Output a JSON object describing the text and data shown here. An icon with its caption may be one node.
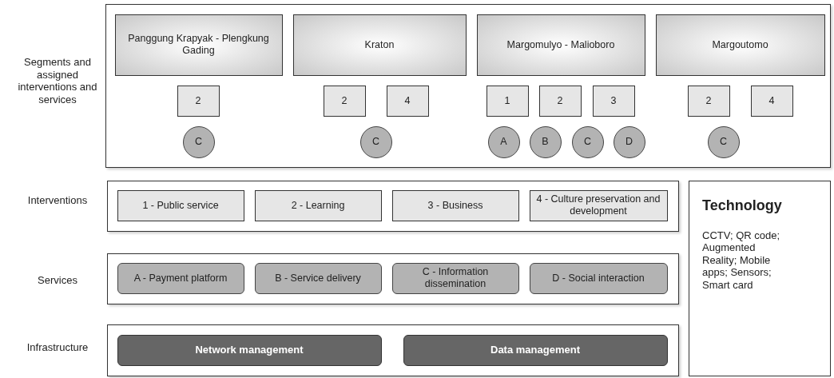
{
  "diagram": {
    "nodes": [
      {
        "text": [],
        "shape": "box"
      },
      {
        "text": [
          "Panggung Krapyak - Plengkung Gading"
        ],
        "in": 0
      },
      {
        "text": [
          "Kraton"
        ],
        "in": 0
      },
      {
        "text": [
          "Margomulyo - Malioboro"
        ],
        "in": 0
      },
      {
        "text": [
          "Margoutomo"
        ],
        "in": 0
      },
      {
        "text": [
          "2"
        ],
        "in": 0
      },
      {
        "text": [
          "2"
        ],
        "in": 0
      },
      {
        "text": [
          "4"
        ],
        "in": 0
      },
      {
        "text": [
          "1"
        ],
        "in": 0
      },
      {
        "text": [
          "2"
        ],
        "in": 0
      },
      {
        "text": [
          "3"
        ],
        "in": 0
      },
      {
        "text": [
          "2"
        ],
        "in": 0
      },
      {
        "text": [
          "4"
        ],
        "in": 0
      },
      {
        "text": [
          "C"
        ],
        "in": 0
      },
      {
        "text": [
          "C"
        ],
        "in": 0
      },
      {
        "text": [
          "A"
        ],
        "in": 0
      },
      {
        "text": [
          "B"
        ],
        "in": 0
      },
      {
        "text": [
          "C"
        ],
        "in": 0
      },
      {
        "text": [
          "D"
        ],
        "in": 0
      },
      {
        "text": [
          "C"
        ],
        "in": 0
      },
      {
        "text": [],
        "shape": "box"
      },
      {
        "text": [
          "1 - Public service"
        ],
        "in": 20
      },
      {
        "text": [
          "2 - Learning"
        ],
        "in": 20
      },
      {
        "text": [
          "3 - Business"
        ],
        "in": 20
      },
      {
        "text": [
          "4 - Culture preservation and development"
        ],
        "in": 20
      },
      {
        "text": [],
        "shape": "box"
      },
      {
        "text": [
          "A - Payment platform"
        ],
        "in": 25
      },
      {
        "text": [
          "B - Service delivery"
        ],
        "in": 25
      },
      {
        "text": [
          "C - Information dissemination"
        ],
        "in": 25
      },
      {
        "text": [
          "D - Social interaction"
        ],
        "in": 25
      },
      {
        "text": [],
        "shape": "box"
      },
      {
        "text": [
          "Network management"
        ],
        "in": 30
      },
      {
        "text": [
          "Data management"
        ],
        "in": 30
      },
      {
        "text": [
          "Technology",
          "CCTV; QR code; Augmented Reality; Mobile apps; Sensors; Smart card"
        ]
      }
    ],
    "edges": [],
    "labels": [
      "Segments and assigned interventions and services",
      "Interventions",
      "Services",
      "Infrastructure"
    ]
  }
}
